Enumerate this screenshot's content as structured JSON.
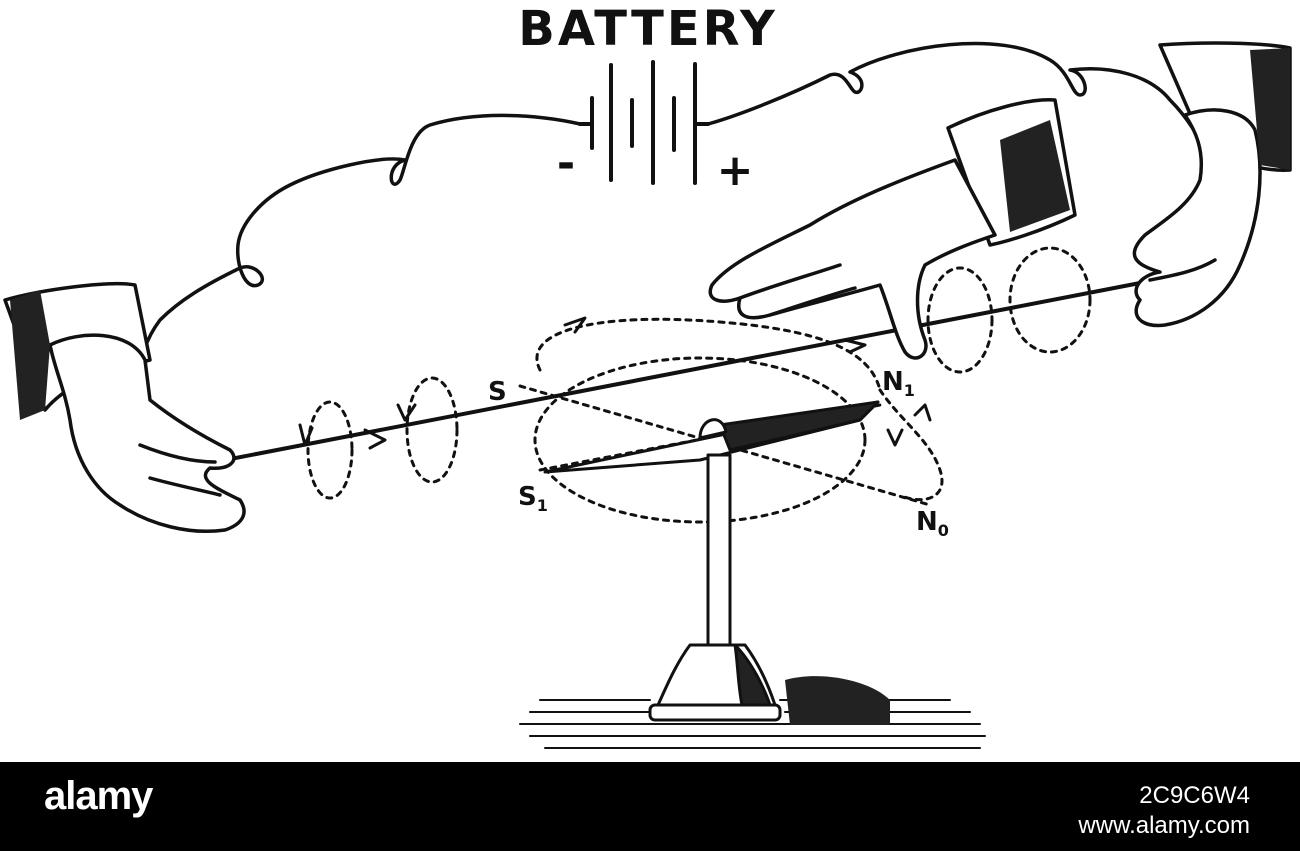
{
  "diagram": {
    "battery_label": "BATTERY",
    "minus_sign": "-",
    "plus_sign": "+",
    "pole_S": "S",
    "pole_N1": "N",
    "pole_N1_sub": "1",
    "pole_S1": "S",
    "pole_S1_sub": "1",
    "pole_N0": "N",
    "pole_N0_sub": "0"
  },
  "watermark": {
    "logo": "alamy",
    "image_id": "2C9C6W4",
    "site": "www.alamy.com"
  },
  "colors": {
    "ink": "#111111",
    "background": "#ffffff",
    "bar": "#000000"
  }
}
